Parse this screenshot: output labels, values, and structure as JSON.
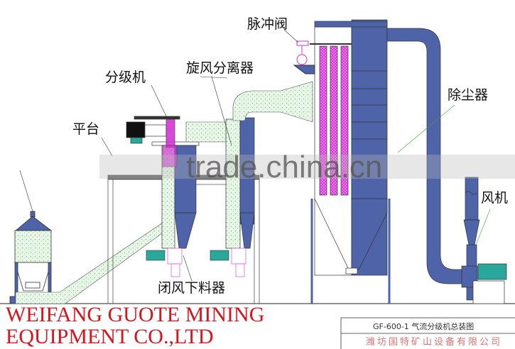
{
  "labels": {
    "pulse_valve": "脉冲阀",
    "cyclone_separator": "旋风分离器",
    "classifier": "分级机",
    "platform": "平台",
    "dust_collector": "除尘器",
    "fan": "风机",
    "airlock_feeder": "闭风下料器"
  },
  "company_watermark": "WEIFANG GUOTE MINING EQUIPMENT CO.,LTD",
  "site_watermark": "trade.china.cn",
  "title_block": {
    "drawing_title": "GF-600-1  气流分级机总装图",
    "company": "潍坊国特矿山设备有限公司"
  },
  "colors": {
    "equipment_blue": "#4f63a8",
    "filter_bag_magenta": "#d633d6",
    "powder_green": "#9fd89f",
    "motor_teal": "#2aa79b",
    "watermark_red": "#d8141c"
  }
}
